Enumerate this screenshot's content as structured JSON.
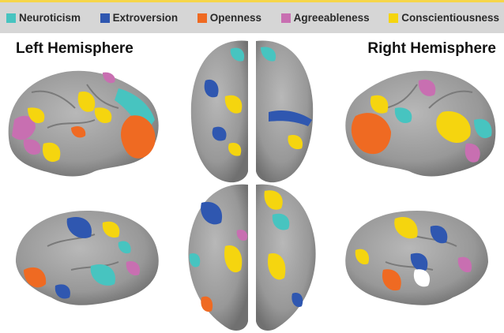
{
  "colors": {
    "neuroticism": "#47c4c0",
    "extroversion": "#2f57b0",
    "openness": "#ef6a22",
    "agreeableness": "#c86fb1",
    "conscientiousness": "#f5d50f",
    "brain": "#9b9b9b"
  },
  "legend": [
    {
      "label": "Neuroticism",
      "color": "#47c4c0"
    },
    {
      "label": "Extroversion",
      "color": "#2f57b0"
    },
    {
      "label": "Openness",
      "color": "#ef6a22"
    },
    {
      "label": "Agreeableness",
      "color": "#c86fb1"
    },
    {
      "label": "Conscientiousness",
      "color": "#f5d50f"
    }
  ],
  "titles": {
    "left": "Left Hemisphere",
    "right": "Right Hemisphere"
  }
}
